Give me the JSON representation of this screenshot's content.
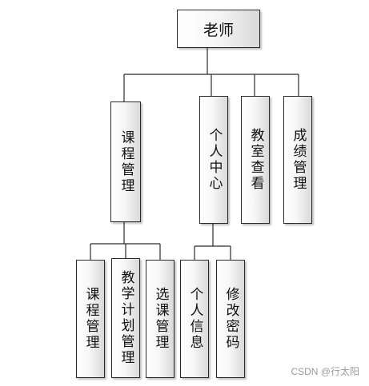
{
  "root": {
    "label": "老师"
  },
  "level1": [
    {
      "label": "课程管理"
    },
    {
      "label": "个人中心"
    },
    {
      "label": "教室查看"
    },
    {
      "label": "成绩管理"
    }
  ],
  "course_children": [
    {
      "label": "课程管理"
    },
    {
      "label": "教学计划管理"
    },
    {
      "label": "选课管理"
    }
  ],
  "personal_children": [
    {
      "label": "个人信息"
    },
    {
      "label": "修改密码"
    }
  ],
  "watermark": "CSDN @行太阳",
  "colors": {
    "stroke": "#2b2b2b",
    "box_edge": "#d9d9d9"
  }
}
